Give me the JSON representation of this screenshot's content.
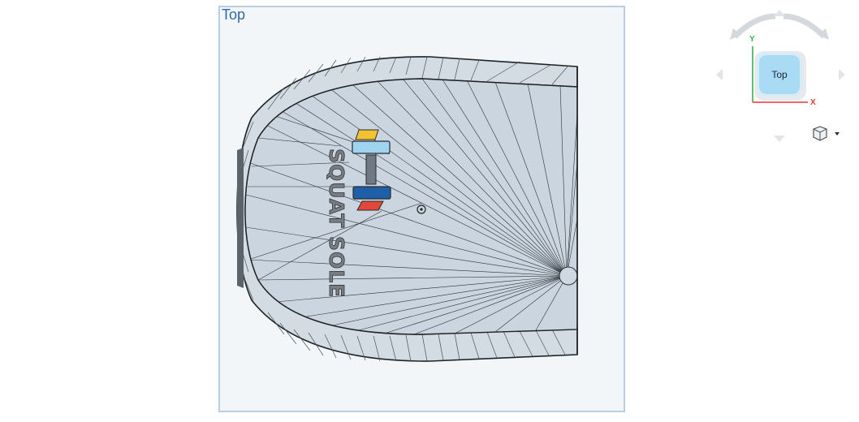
{
  "viewport": {
    "view_label": "Top"
  },
  "model": {
    "text_label": "SQUAT SOLE"
  },
  "view_cube": {
    "face_label": "Top",
    "axis_y": "Y",
    "axis_x": "X"
  },
  "icons": {
    "rotate_up": "arc-arrow-icon",
    "rotate_left": "arrow-left-icon",
    "rotate_right": "arrow-right-icon",
    "rotate_down": "arrow-down-icon",
    "view_mode": "cube-icon",
    "dropdown": "caret-down-icon"
  },
  "colors": {
    "axis_x": "#e8362b",
    "axis_y": "#3cb043",
    "cube_face": "#a9dbf4",
    "view_label": "#2d6aa8"
  }
}
